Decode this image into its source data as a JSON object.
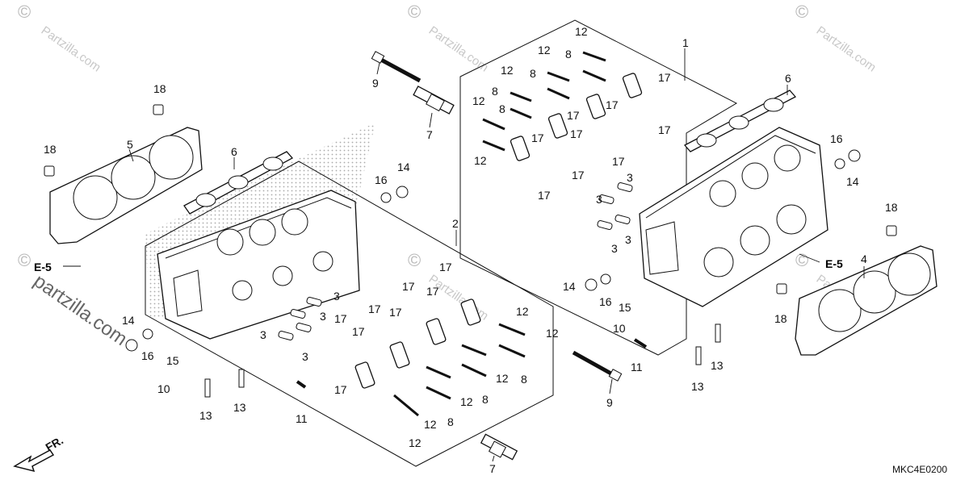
{
  "watermark": {
    "symbol": "©",
    "site": "Partzilla.com",
    "bottom_left_site": "partzilla.com"
  },
  "diagram_code": "MKC4E0200",
  "front_arrow_label": "FR.",
  "reference_labels": {
    "left": "E-5",
    "right": "E-5"
  },
  "callouts": {
    "c1": "1",
    "c2": "2",
    "c3_1": "3",
    "c3_2": "3",
    "c3_3": "3",
    "c3_4": "3",
    "c3_5": "3",
    "c3_6": "3",
    "c3_7": "3",
    "c3_8": "3",
    "c4": "4",
    "c5": "5",
    "c6_l": "6",
    "c6_r": "6",
    "c7_t": "7",
    "c7_b": "7",
    "c8_1": "8",
    "c8_2": "8",
    "c8_3": "8",
    "c8_4": "8",
    "c8_5": "8",
    "c8_6": "8",
    "c8_7": "8",
    "c9_t": "9",
    "c9_b": "9",
    "c10_l": "10",
    "c10_r": "10",
    "c11_l": "11",
    "c11_r": "11",
    "c12_1": "12",
    "c12_2": "12",
    "c12_3": "12",
    "c12_4": "12",
    "c12_5": "12",
    "c12_6": "12",
    "c12_7": "12",
    "c12_8": "12",
    "c12_9": "12",
    "c12_10": "12",
    "c12_11": "12",
    "c13_1": "13",
    "c13_2": "13",
    "c13_3": "13",
    "c13_4": "13",
    "c14_l": "14",
    "c14_m": "14",
    "c14_r": "14",
    "c14_rr": "14",
    "c15_l": "15",
    "c15_r": "15",
    "c16_l": "16",
    "c16_m": "16",
    "c16_r": "16",
    "c16_rr": "16",
    "c17_1": "17",
    "c17_2": "17",
    "c17_3": "17",
    "c17_4": "17",
    "c17_5": "17",
    "c17_6": "17",
    "c17_7": "17",
    "c17_8": "17",
    "c17_9": "17",
    "c17_10": "17",
    "c17_11": "17",
    "c17_12": "17",
    "c17_13": "17",
    "c17_14": "17",
    "c17_15": "17",
    "c17_16": "17",
    "c17_17": "17",
    "c18_l": "18",
    "c18_t": "18",
    "c18_r": "18",
    "c18_rb": "18"
  }
}
